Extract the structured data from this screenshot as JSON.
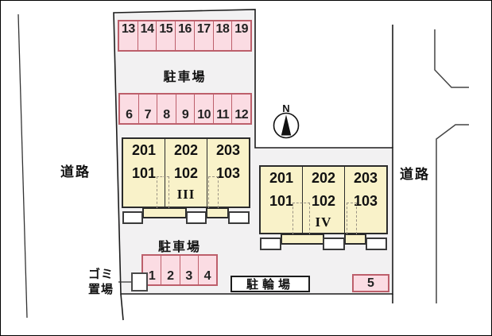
{
  "title": "site-layout-plan",
  "colors": {
    "site_fill": "#f2f1f2",
    "parking_fill": "#fbdce3",
    "parking_border": "#bd5f6b",
    "building_fill": "#f9f2c9",
    "building_border": "#2b2b2b"
  },
  "labels": {
    "parking_top": "駐車場",
    "parking_bottom": "駐車場",
    "bicycle": "駐輪場",
    "garbage_line1": "ゴミ",
    "garbage_line2": "置場",
    "road_left": "道路",
    "road_right": "道路",
    "compass": "N"
  },
  "parking": {
    "row_top": [
      "13",
      "14",
      "15",
      "16",
      "17",
      "18",
      "19"
    ],
    "row_middle": [
      "6",
      "7",
      "8",
      "9",
      "10",
      "11",
      "12"
    ],
    "row_lower": [
      "1",
      "2",
      "3",
      "4"
    ],
    "space_5": "5"
  },
  "buildings": {
    "b3": {
      "roman": "III",
      "units": [
        {
          "upper": "201",
          "lower": "101"
        },
        {
          "upper": "202",
          "lower": "102"
        },
        {
          "upper": "203",
          "lower": "103"
        }
      ]
    },
    "b4": {
      "roman": "IV",
      "units": [
        {
          "upper": "201",
          "lower": "101"
        },
        {
          "upper": "202",
          "lower": "102"
        },
        {
          "upper": "203",
          "lower": "103"
        }
      ]
    }
  }
}
